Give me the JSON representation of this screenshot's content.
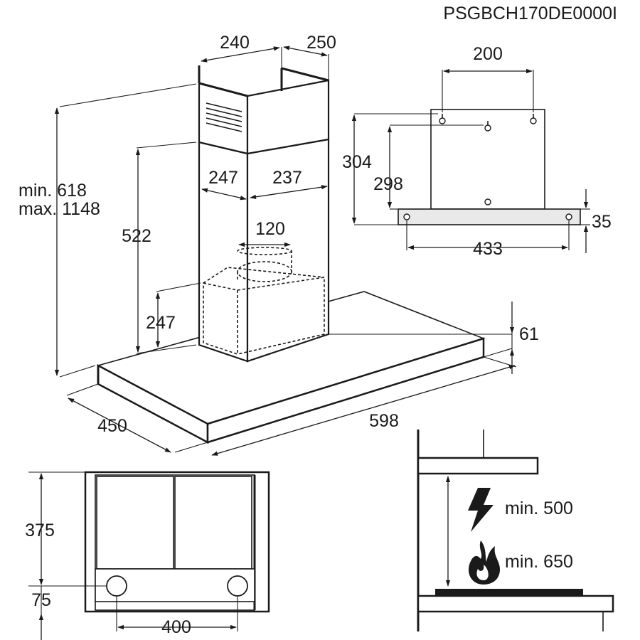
{
  "model_code": "PSGBCH170DE0000I",
  "main_view": {
    "chimney_top_depth": "240",
    "chimney_top_width": "250",
    "chimney_depth": "247",
    "chimney_width": "237",
    "outlet_diameter": "120",
    "duct_box_height": "247",
    "total_height_min": "min. 618",
    "total_height_max": "max. 1148",
    "hood_to_chimney_height": "522",
    "canopy_thickness": "61",
    "hood_depth": "450",
    "hood_width": "598"
  },
  "bracket_view": {
    "hole_spacing": "200",
    "height_outer": "304",
    "height_inner": "298",
    "lower_hole_spacing": "433",
    "lower_offset": "35"
  },
  "bottom_view": {
    "depth": "375",
    "hole_offset": "75",
    "hole_spacing": "400"
  },
  "clearance_view": {
    "electric_min": "min. 500",
    "gas_min": "min. 650",
    "electric_icon": "lightning-icon",
    "gas_icon": "flame-icon"
  }
}
